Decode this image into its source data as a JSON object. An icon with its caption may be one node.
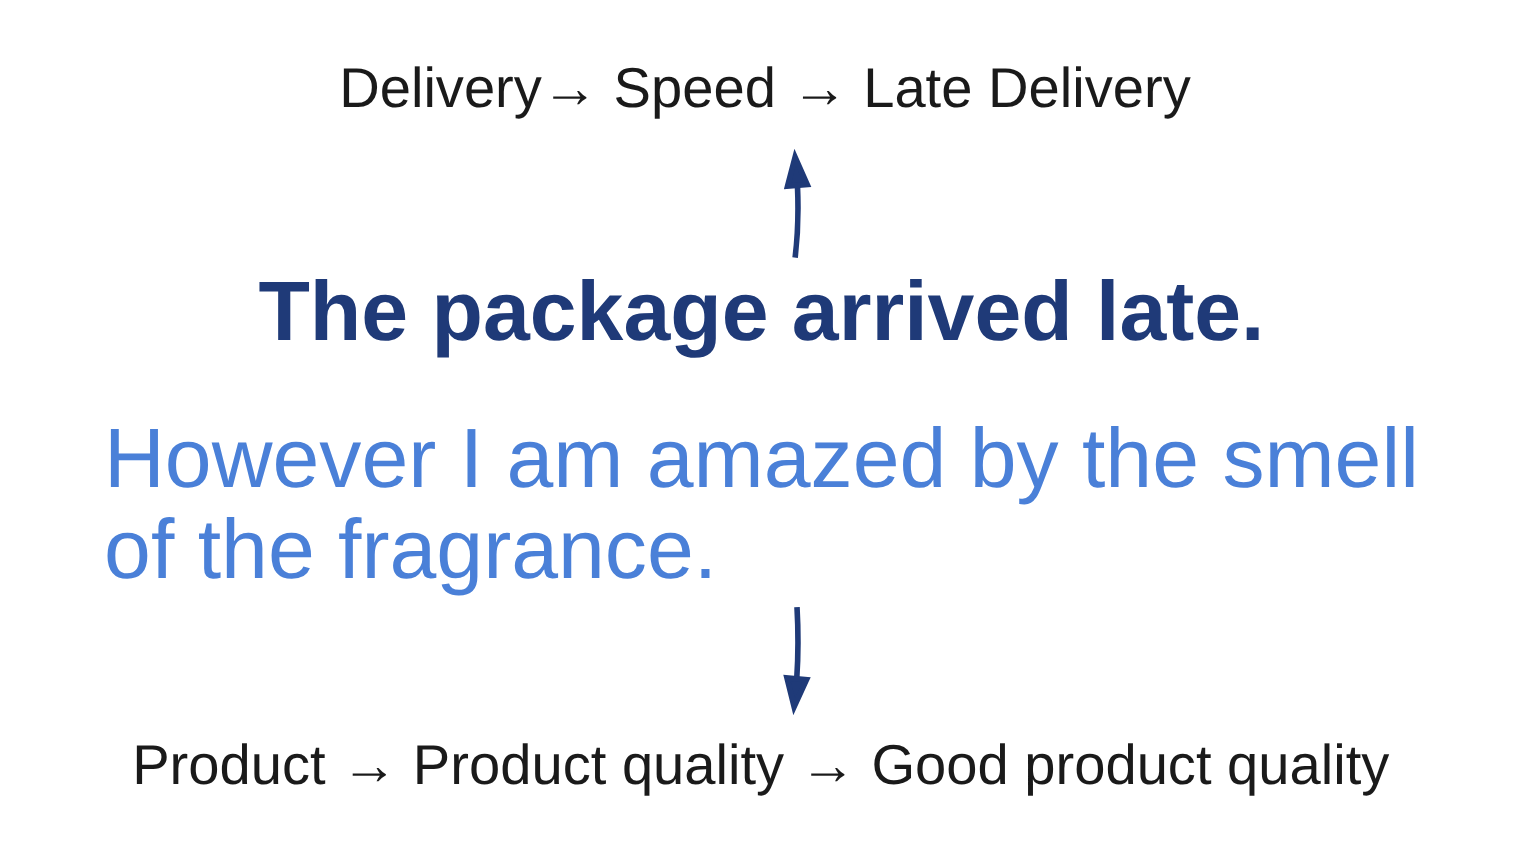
{
  "diagram": {
    "nodes": [
      {
        "text": [
          "Delivery→ Speed → Late Delivery"
        ]
      },
      {
        "text": [
          "The package arrived late."
        ]
      },
      {
        "text": [
          "However I am amazed by the smell of the fragrance."
        ]
      },
      {
        "text": [
          "Product → Product quality → Good product quality"
        ]
      }
    ],
    "edges": [
      {
        "from": 1,
        "to": 0,
        "arrow": "to"
      },
      {
        "from": 2,
        "to": 3,
        "arrow": "to"
      }
    ]
  }
}
